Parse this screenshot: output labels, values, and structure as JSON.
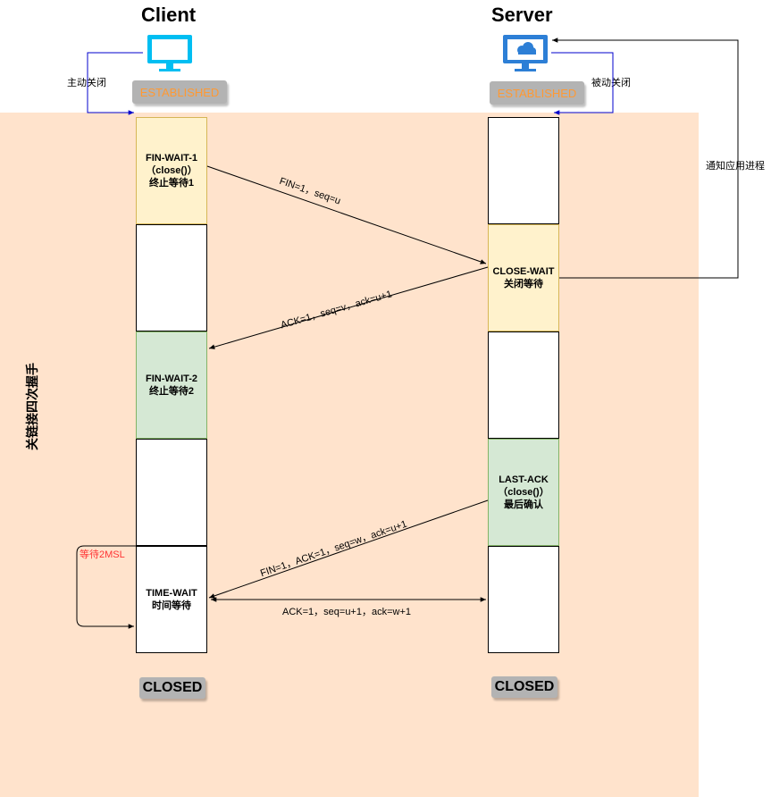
{
  "client": {
    "title": "Client",
    "state_top": "ESTABLISHED",
    "state_bottom": "CLOSED",
    "close_label": "主动关闭",
    "wait_label": "等待2MSL"
  },
  "server": {
    "title": "Server",
    "state_top": "ESTABLISHED",
    "state_bottom": "CLOSED",
    "close_label": "被动关闭",
    "notify_label": "通知应用进程"
  },
  "side_label": "关链接四次握手",
  "client_states": [
    {
      "lines": [
        "FIN-WAIT-1",
        "（close()）",
        "终止等待1"
      ]
    },
    {
      "lines": [
        "FIN-WAIT-2",
        "终止等待2"
      ]
    },
    {
      "lines": [
        "TIME-WAIT",
        "时间等待"
      ]
    }
  ],
  "server_states": [
    {
      "lines": [
        "CLOSE-WAIT",
        "关闭等待"
      ]
    },
    {
      "lines": [
        "LAST-ACK",
        "（close()）",
        "最后确认"
      ]
    }
  ],
  "messages": [
    "FIN=1，seq=u",
    "ACK=1，seq=v，ack=u+1",
    "FIN=1，ACK=1，seq=w，ack=u+1",
    "ACK=1，seq=u+1，ack=w+1"
  ],
  "colors": {
    "background": "#ffe3cc",
    "yellow": "#fff2cc",
    "green": "#d5e8d4",
    "badge": "#b3b3b3",
    "badge_text": "#ff9933",
    "note_red": "#ff3333",
    "loop_blue": "#0000cc",
    "client_icon": "#00bef2",
    "server_icon": "#2d7fd6"
  }
}
